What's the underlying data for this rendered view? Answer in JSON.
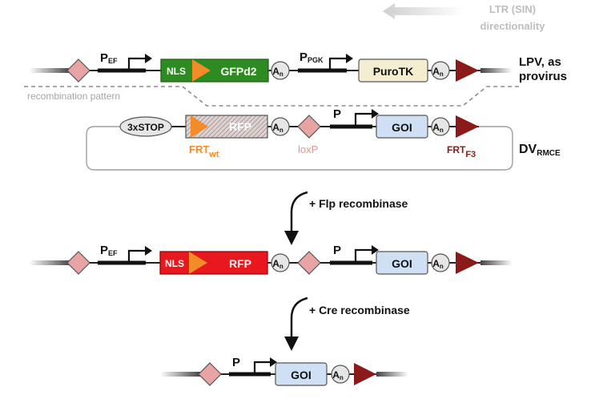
{
  "legend": {
    "ltr_line1": "LTR (SIN)",
    "ltr_line2": "directionality"
  },
  "construct_lpv": {
    "label_line1": "LPV, as",
    "label_line2": "provirus",
    "promoter1_main": "P",
    "promoter1_sub": "EF",
    "nls": "NLS",
    "gfp": "GFPd2",
    "promoter2_main": "P",
    "promoter2_sub": "PGK",
    "purotk": "PuroTK",
    "polya": "A",
    "polya_sub": "n"
  },
  "recombination_label": "recombination pattern",
  "construct_dv": {
    "label_main": "DV",
    "label_sub": "RMCE",
    "stop": "3xSTOP",
    "rfp": "RFP",
    "promoter_main": "P",
    "goi": "GOI",
    "frt_wt_main": "FRT",
    "frt_wt_sub": "wt",
    "loxp": "loxP",
    "frt_f3_main": "FRT",
    "frt_f3_sub": "F3"
  },
  "step1": {
    "label": "+ Flp recombinase"
  },
  "construct_after_flp": {
    "promoter1_main": "P",
    "promoter1_sub": "EF",
    "nls": "NLS",
    "rfp": "RFP",
    "promoter2_main": "P",
    "goi": "GOI"
  },
  "step2": {
    "label": "+ Cre recombinase"
  },
  "construct_after_cre": {
    "promoter_main": "P",
    "goi": "GOI"
  },
  "colors": {
    "loxp_diamond": "#e8a3a3",
    "frt_f3_triangle": "#8b1a1a",
    "frt_wt_triangle": "#f28c28",
    "gfp_box": "#2e8b22",
    "rfp_box": "#e8181e",
    "purotk_box": "#f3eed2",
    "goi_box": "#cfe0f5",
    "polya_circle": "#e6e6e6",
    "frt_wt_text": "#f28c28",
    "loxp_text": "#d69a9a",
    "frt_f3_text": "#8b1a1a"
  }
}
